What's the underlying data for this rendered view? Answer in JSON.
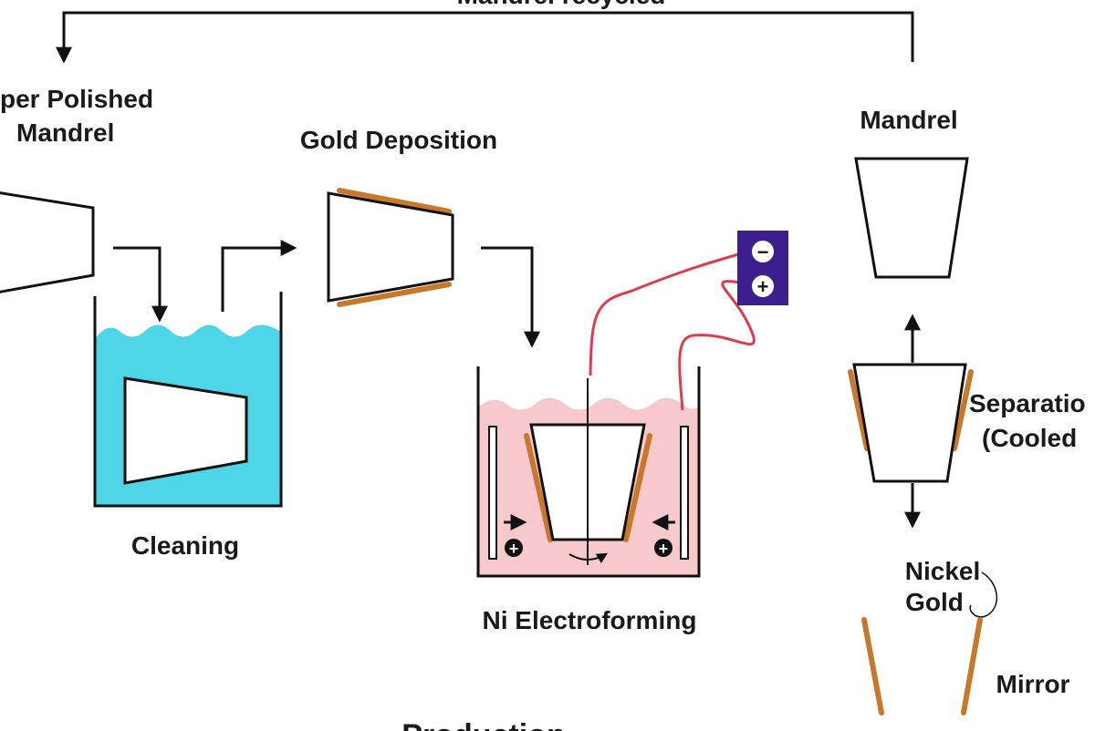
{
  "labels": {
    "recycle_title": "Mandrel recycled",
    "super_polished_line1": "per Polished",
    "super_polished_line2": "Mandrel",
    "gold_deposition": "Gold Deposition",
    "cleaning": "Cleaning",
    "electroforming": "Ni Electroforming",
    "mandrel": "Mandrel",
    "separation_line1": "Separatio",
    "separation_line2": "(Cooled",
    "nickel": "Nickel",
    "gold": "Gold",
    "mirror": "Mirror",
    "production": "Production",
    "minus": "−",
    "plus": "+"
  },
  "colors": {
    "cleaning_liquid": "#4fd6e6",
    "bath_liquid": "#f8c9cc",
    "gold_coating": "#c8782a",
    "wire": "#e03a4e",
    "power_supply": "#3b1f8c"
  }
}
